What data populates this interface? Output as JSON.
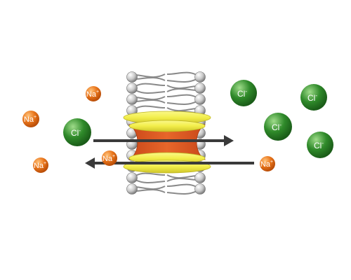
{
  "ions": [
    {
      "label": "Na",
      "charge": "+",
      "color": "#e8741a"
    },
    {
      "label": "Na",
      "charge": "+",
      "color": "#e8741a"
    },
    {
      "label": "Na",
      "charge": "+",
      "color": "#e8741a"
    },
    {
      "label": "Na",
      "charge": "+",
      "color": "#e8741a"
    },
    {
      "label": "Na",
      "charge": "+",
      "color": "#e8741a"
    },
    {
      "label": "Cl",
      "charge": "-",
      "color": "#2f8a2a"
    },
    {
      "label": "Cl",
      "charge": "-",
      "color": "#2f8a2a"
    },
    {
      "label": "Cl",
      "charge": "-",
      "color": "#2f8a2a"
    },
    {
      "label": "Cl",
      "charge": "-",
      "color": "#2f8a2a"
    },
    {
      "label": "Cl",
      "charge": "-",
      "color": "#2f8a2a"
    }
  ],
  "arrows": [
    {
      "direction": "right",
      "color": "#3a3a3a"
    },
    {
      "direction": "left",
      "color": "#3a3a3a"
    }
  ],
  "colors": {
    "lipid_head": "#b8b8b8",
    "lipid_tail": "#8a8a8a",
    "channel_outer": "#f2ee4a",
    "channel_inner": "#d5561a"
  }
}
